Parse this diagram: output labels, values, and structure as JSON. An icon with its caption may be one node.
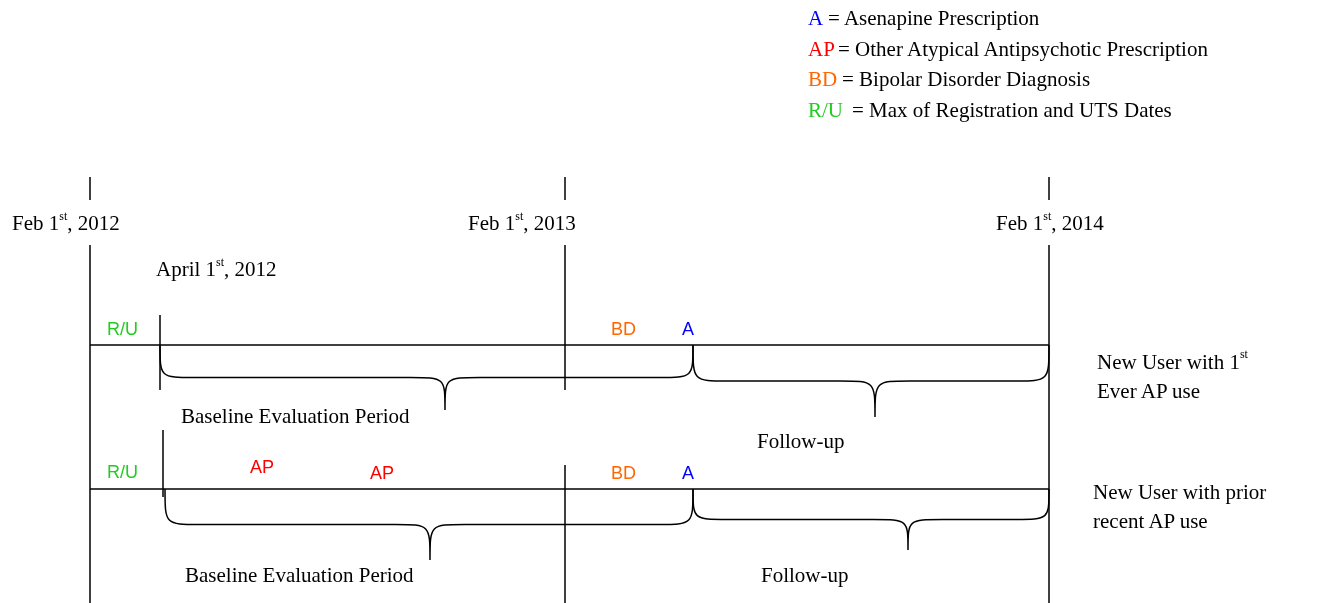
{
  "diagram": {
    "labels": [
      "A",
      "= Asenapine Prescription",
      "AP",
      "= Other Atypical Antipsychotic Prescription",
      "BD",
      "= Bipolar Disorder Diagnosis",
      "R/U",
      "= Max of Registration and UTS Dates",
      "Feb 1$^{st}$, 2012",
      "Feb 1$^{st}$, 2013",
      "Feb 1$^{st}$, 2014",
      "April 1$^{st}$, 2012",
      "R/U",
      "BD",
      "A",
      "New User with 1$^{st}$ Ever AP use",
      "Baseline Evaluation Period",
      "Follow-up",
      "R/U",
      "AP",
      "AP",
      "BD",
      "A",
      "New User with prior recent AP use",
      "Baseline Evaluation Period",
      "Follow-up"
    ]
  }
}
